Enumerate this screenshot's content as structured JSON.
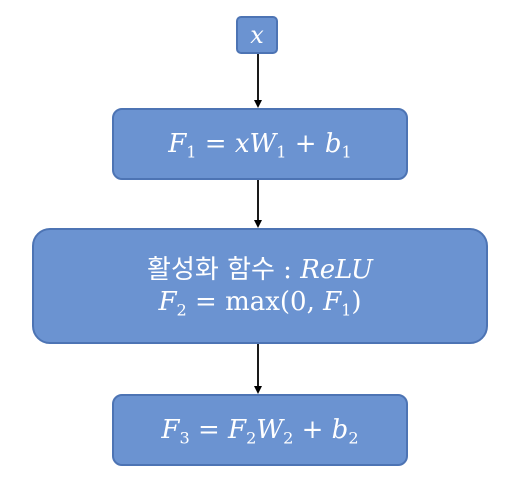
{
  "diagram": {
    "colors": {
      "box_fill": "#6b93d1",
      "box_border": "#4d74b4",
      "text": "#ffffff",
      "arrow": "#000000"
    },
    "input": {
      "var": "x"
    },
    "layer1": {
      "lhs": "F",
      "lhs_sub": "1",
      "eq": " = ",
      "t1": "xW",
      "t1_sub": "1",
      "plus": " + ",
      "t2": "b",
      "t2_sub": "1"
    },
    "activation": {
      "label_korean": "활성화 함수",
      "colon": " : ",
      "name": "ReLU",
      "lhs": "F",
      "lhs_sub": "2",
      "eq": " = ",
      "fn": "max(0, ",
      "arg": "F",
      "arg_sub": "1",
      "close": ")"
    },
    "layer2": {
      "lhs": "F",
      "lhs_sub": "3",
      "eq": " = ",
      "t1": "F",
      "t1_sub": "2",
      "t1b": "W",
      "t1b_sub": "2",
      "plus": " + ",
      "t2": "b",
      "t2_sub": "2"
    }
  }
}
